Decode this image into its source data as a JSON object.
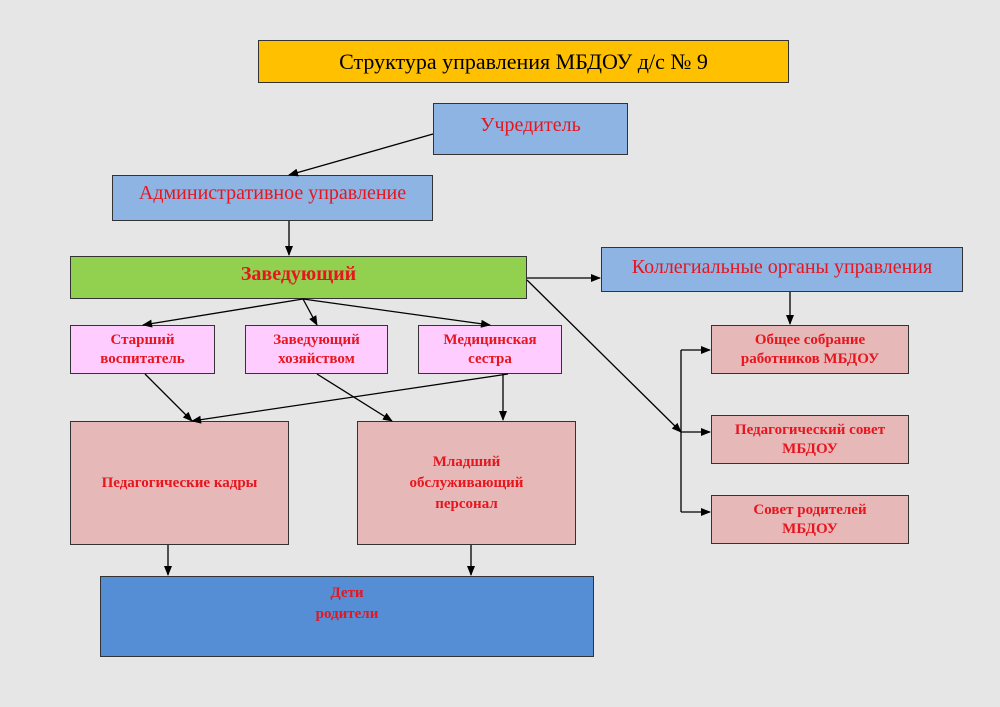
{
  "title": "Структура управления МБДОУ д/с № 9",
  "nodes": {
    "founder": "Учредитель",
    "admin": "Административное управление",
    "head": "Заведующий",
    "collegial": "Коллегиальные органы управления",
    "senior_educator": "Старший\nвоспитатель",
    "supply_manager": "Заведующий\nхозяйством",
    "nurse": "Медицинская\nсестра",
    "teaching_staff": "Педагогические кадры",
    "junior_staff": "Младший\nобслуживающий\nперсонал",
    "children_parents": "Дети\nродители",
    "general_meeting": "Общее собрание\nработников МБДОУ",
    "pedagogical_council": "Педагогический совет\nМБДОУ",
    "parents_council": "Совет родителей\nМБДОУ"
  },
  "colors": {
    "background": "#e6e6e6",
    "title_fill": "#ffc000",
    "blue_fill": "#8eb4e3",
    "head_fill": "#92d050",
    "pink_fill": "#ffccff",
    "rose_fill": "#e6b9b8",
    "bottom_fill": "#558ed5",
    "red_text": "#e8141e"
  }
}
